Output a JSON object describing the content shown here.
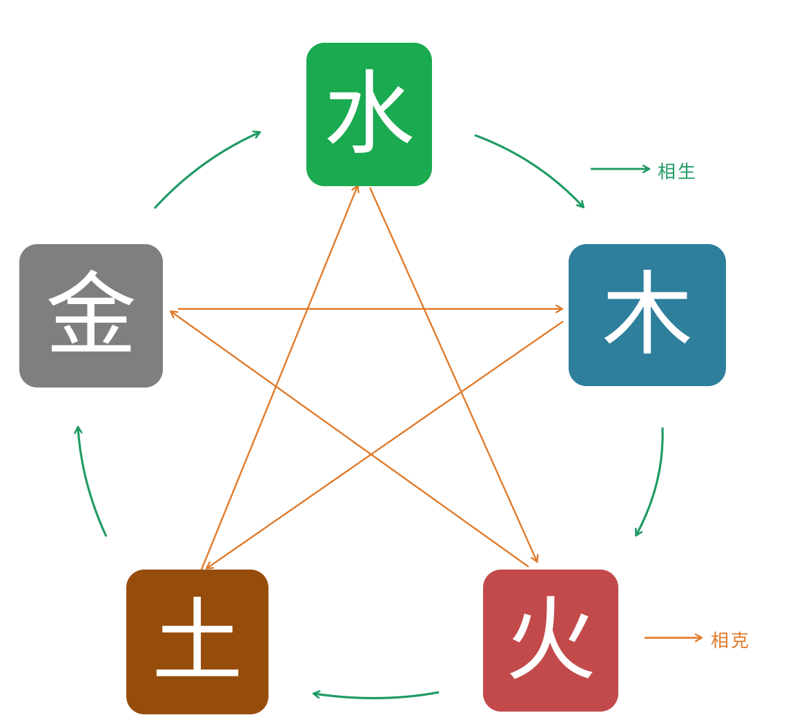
{
  "colors": {
    "generate_arrow": "#1f9a63",
    "overcome_arrow": "#e07a2a",
    "water": "#1aaa50",
    "wood": "#2e7f9c",
    "fire": "#c24a4b",
    "earth": "#964d0c",
    "metal": "#7f7f7f"
  },
  "elements": {
    "water": {
      "char": "水",
      "color": "#1aaa50"
    },
    "wood": {
      "char": "木",
      "color": "#2e7f9c"
    },
    "fire": {
      "char": "火",
      "color": "#c24a4b"
    },
    "earth": {
      "char": "土",
      "color": "#964d0c"
    },
    "metal": {
      "char": "金",
      "color": "#7f7f7f"
    }
  },
  "legend": {
    "generate": {
      "label": "相生",
      "color": "#1f9a63"
    },
    "overcome": {
      "label": "相克",
      "color": "#e07a2a"
    }
  },
  "relations": {
    "generate": [
      {
        "from": "water",
        "to": "wood"
      },
      {
        "from": "wood",
        "to": "fire"
      },
      {
        "from": "fire",
        "to": "earth"
      },
      {
        "from": "earth",
        "to": "metal"
      },
      {
        "from": "metal",
        "to": "water"
      }
    ],
    "overcome": [
      {
        "from": "metal",
        "to": "wood"
      },
      {
        "from": "wood",
        "to": "earth"
      },
      {
        "from": "earth",
        "to": "water"
      },
      {
        "from": "water",
        "to": "fire"
      },
      {
        "from": "fire",
        "to": "metal"
      }
    ]
  }
}
